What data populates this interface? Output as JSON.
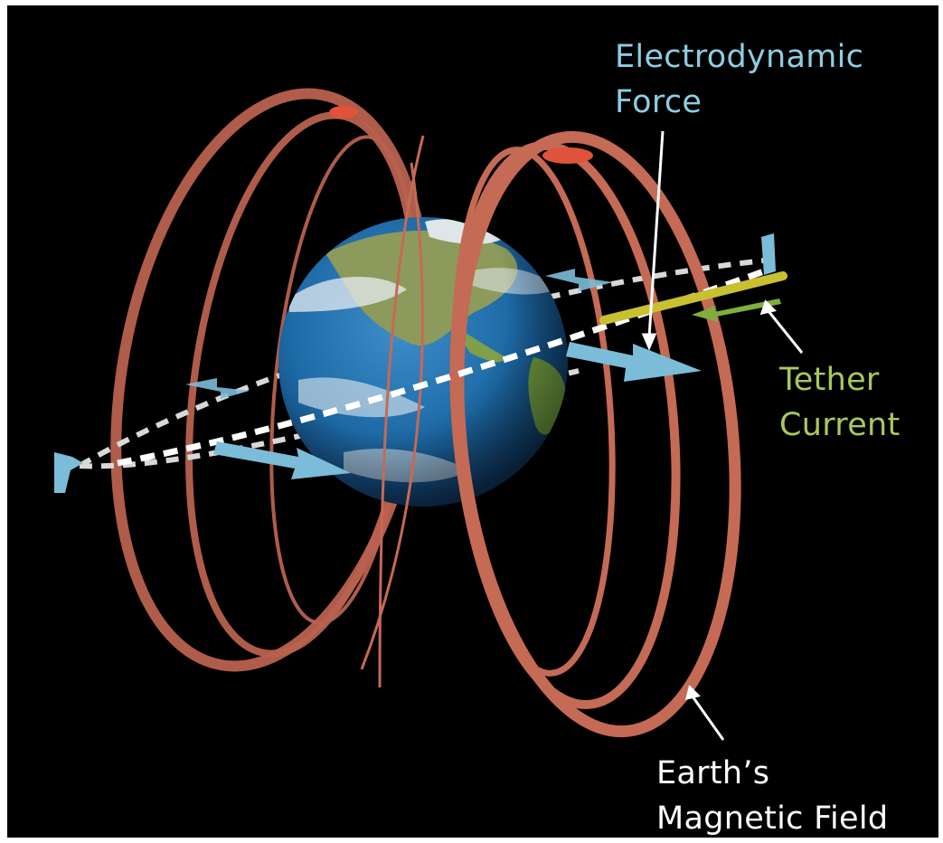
{
  "labels": {
    "force": {
      "line1": "Electrodynamic",
      "line2": "Force",
      "color": "#8ecde3"
    },
    "tether": {
      "line1": "Tether",
      "line2": "Current",
      "color": "#a9c95a"
    },
    "field": {
      "line1": "Earth’s",
      "line2": "Magnetic Field",
      "color": "#ffffff"
    }
  },
  "colors": {
    "background": "#000000",
    "field_lines": "#c56a55",
    "field_highlight": "#e0533a",
    "arrows": "#7bbcd8",
    "tether": "#c8c030",
    "tether_current_arrow": "#7fae3c",
    "orbit_path": "#e8e8e8",
    "ocean": "#1e6aa8",
    "land": "#7fa04a",
    "clouds": "#e9eef2"
  },
  "icons": {
    "earth": "earth-globe-icon",
    "spacecraft_left": "spacecraft-icon",
    "spacecraft_right": "spacecraft-icon"
  }
}
